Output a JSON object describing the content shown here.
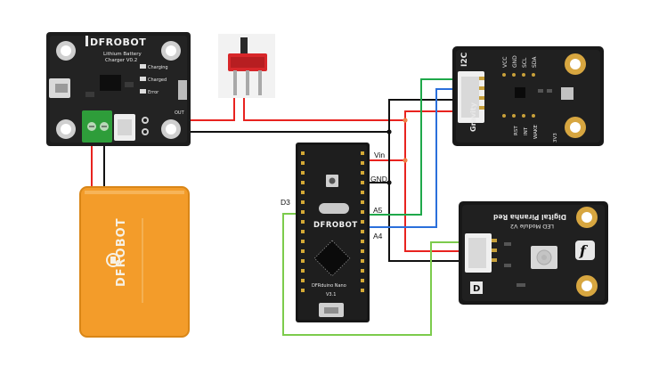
{
  "charger": {
    "brand": "DFROBOT",
    "title_line1": "Lithium Battery",
    "title_line2": "Charger V0.2",
    "led_charging": "Charging",
    "led_charged": "Charged",
    "led_error": "Error",
    "label_out": "OUT"
  },
  "battery": {
    "brand": "DFROBOT"
  },
  "arduino": {
    "brand": "DFROBOT",
    "board_name": "DFRduino Nano",
    "version": "V3.1"
  },
  "sensor": {
    "header_label": "I2C",
    "edge_label": "Gravity",
    "pin_labels": [
      "VCC",
      "GND",
      "SCL",
      "SDA"
    ],
    "bottom_labels": [
      "3V3",
      "INT",
      "WAKE",
      "RST"
    ]
  },
  "led_module": {
    "title_line1": "Digital Piranha Red",
    "title_line2": "LED Module V2",
    "digital_marker": "D",
    "logo_letter": "f"
  },
  "wire_labels": {
    "vin": "Vin",
    "gnd": "GND",
    "a5": "A5",
    "a4": "A4",
    "d3": "D3"
  },
  "colors": {
    "power_wire": "#e8231f",
    "ground_wire": "#111111",
    "sda_wire": "#2a6fdb",
    "scl_wire": "#1fa84a",
    "signal_wire": "#7ccb4c",
    "junction_dot": "#f0834a",
    "pcb": "#1a1a1a",
    "battery": "#f39c2a"
  }
}
